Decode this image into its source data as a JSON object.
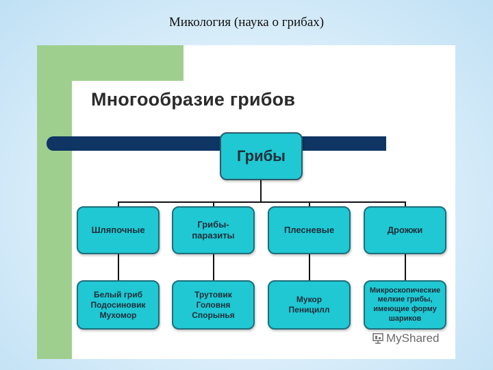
{
  "header": {
    "title": "Микология (наука о грибах)"
  },
  "slide": {
    "heading": "Многообразие грибов",
    "root": "Грибы",
    "categories": [
      "Шляпочные",
      "Грибы-\nпаразиты",
      "Плесневые",
      "Дрожжи"
    ],
    "examples": [
      "Белый гриб\nПодосиновик\nМухомор",
      "Трутовик\nГоловня\nСпорынья",
      "Мукор\nПеницилл",
      "Микроскопические\nмелкие грибы,\nимеющие форму\nшариков"
    ],
    "watermark": "MyShared"
  },
  "colors": {
    "box_fill": "#1fc8d2",
    "navy_bar": "#0e3563",
    "green_block": "#9fcf8f"
  }
}
